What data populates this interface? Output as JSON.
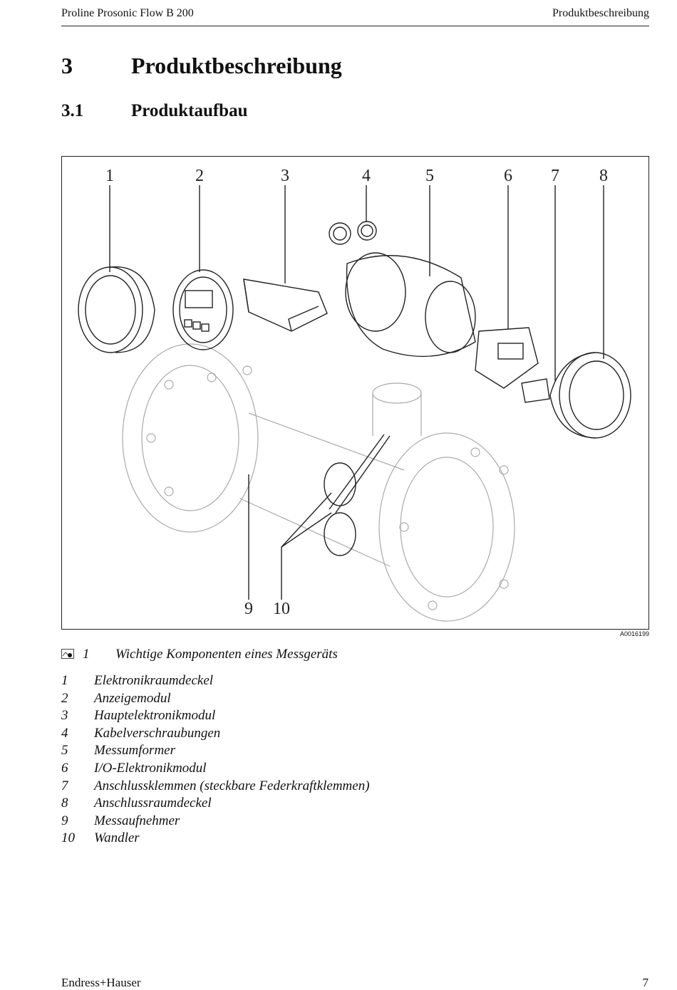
{
  "header": {
    "left": "Proline Prosonic Flow B 200",
    "right": "Produktbeschreibung"
  },
  "section": {
    "number": "3",
    "title": "Produktbeschreibung"
  },
  "subsection": {
    "number": "3.1",
    "title": "Produktaufbau"
  },
  "figure": {
    "callouts": [
      "1",
      "2",
      "3",
      "4",
      "5",
      "6",
      "7",
      "8",
      "9",
      "10"
    ],
    "id": "A0016199"
  },
  "caption": {
    "number": "1",
    "text": "Wichtige Komponenten eines Messgeräts"
  },
  "legend": [
    {
      "n": "1",
      "t": "Elektronikraumdeckel"
    },
    {
      "n": "2",
      "t": "Anzeigemodul"
    },
    {
      "n": "3",
      "t": "Hauptelektronikmodul"
    },
    {
      "n": "4",
      "t": "Kabelverschraubungen"
    },
    {
      "n": "5",
      "t": "Messumformer"
    },
    {
      "n": "6",
      "t": "I/O-Elektronikmodul"
    },
    {
      "n": "7",
      "t": "Anschlussklemmen (steckbare Federkraftklemmen)"
    },
    {
      "n": "8",
      "t": "Anschlussraumdeckel"
    },
    {
      "n": "9",
      "t": "Messaufnehmer"
    },
    {
      "n": "10",
      "t": "Wandler"
    }
  ],
  "footer": {
    "left": "Endress+Hauser",
    "page": "7"
  }
}
